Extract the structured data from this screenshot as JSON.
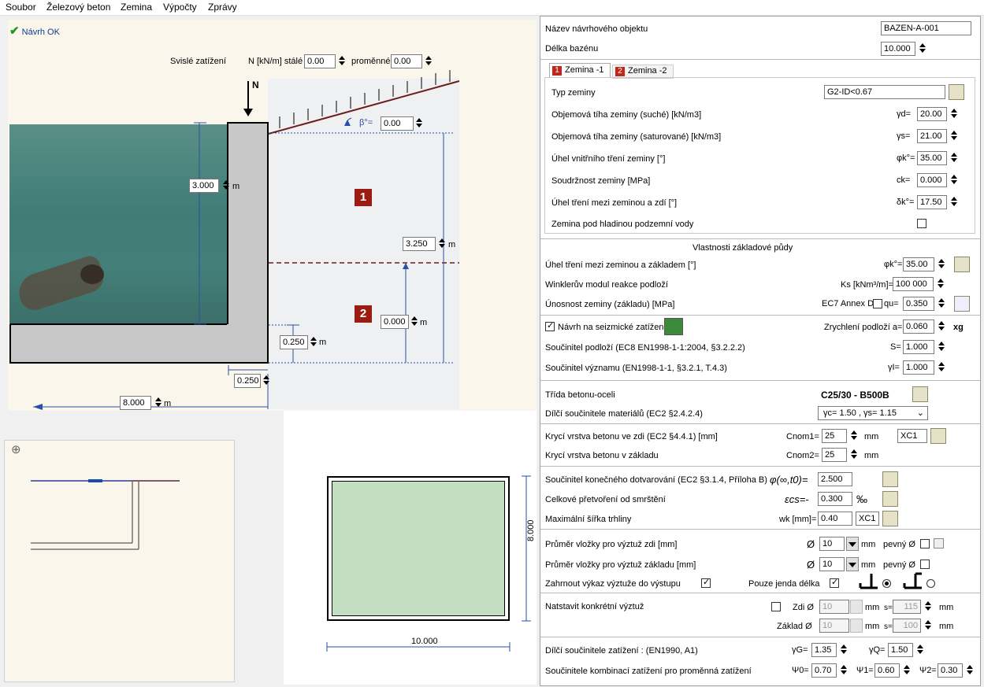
{
  "menu": [
    "Soubor",
    "Železový beton",
    "Zemina",
    "Výpočty",
    "Zprávy"
  ],
  "status": "Návrh OK",
  "load": {
    "label": "Svislé zatížení",
    "unit_label": "N [kN/m] stálé",
    "permanent": "0.00",
    "variable_label": "proměnné",
    "variable": "0.00",
    "force": "N"
  },
  "drawing": {
    "beta_label": "β°=",
    "beta": "0.00",
    "wall_height": "3.000",
    "unit_m": "m",
    "soil_height": "3.250",
    "layer2_height": "0.000",
    "base_thk": "0.250",
    "wall_thk": "0.250",
    "length": "8.000",
    "layer1": "1",
    "layer2": "2"
  },
  "plan": {
    "width": "10.000",
    "height": "8.000"
  },
  "right": {
    "name_label": "Název návrhového objektu",
    "name": "BAZEN-A-001",
    "length_label": "Délka bazénu",
    "length": "10.000",
    "tabs": [
      "Zemina -1",
      "Zemina -2"
    ],
    "soil": {
      "type_label": "Typ zeminy",
      "type": "G2-ID<0.67",
      "dry_label": "Objemová tíha zeminy (suché) [kN/m3]",
      "dry_sym": "γd=",
      "dry": "20.00",
      "sat_label": "Objemová tíha zeminy (saturované) [kN/m3]",
      "sat_sym": "γs=",
      "sat": "21.00",
      "phi_label": "Úhel vnitřního tření zeminy [°]",
      "phi_sym": "φk°=",
      "phi": "35.00",
      "c_label": "Soudržnost zeminy [MPa]",
      "c_sym": "ck=",
      "c": "0.000",
      "delta_label": "Úhel tření mezi zeminou a zdí [°]",
      "delta_sym": "δk°=",
      "delta": "17.50",
      "water_label": "Zemina pod hladinou podzemní vody"
    },
    "foundation": {
      "title": "Vlastnosti základové půdy",
      "phi_label": "Úhel tření mezi zeminou a základem [°]",
      "phi_sym": "φk°=",
      "phi": "35.00",
      "ks_label": "Winklerův modul reakce podloží",
      "ks_sym": "Ks [kNm³/m]=",
      "ks": "100 000",
      "q_label": "Únosnost zeminy (základu) [MPa]",
      "q_sym": "EC7 Annex D",
      "q_sym2": "qu=",
      "q": "0.350"
    },
    "seismic": {
      "check_label": "Návrh na seizmické zatížení",
      "acc_label": "Zrychlení podloží a=",
      "acc": "0.060",
      "acc_unit": "xg",
      "s_label": "Součinitel podloží (EC8 EN1998-1-1:2004, §3.2.2.2)",
      "s_sym": "S=",
      "s": "1.000",
      "gi_label": "Součinitel významu (EN1998-1-1, §3.2.1, T.4.3)",
      "gi_sym": "γI=",
      "gi": "1.000"
    },
    "material": {
      "class_label": "Třída betonu-oceli",
      "class": "C25/30 - B500B",
      "partial_label": "Dílčí součinitele materiálů (EC2 §2.4.2.4)",
      "partial": "γc= 1.50 , γs= 1.15"
    },
    "cover": {
      "wall_label": "Krycí vrstva betonu ve zdi (EC2 §4.4.1) [mm]",
      "wall_sym": "Cnom1=",
      "wall": "25",
      "unit": "mm",
      "exposure": "XC1",
      "base_label": "Krycí vrstva betonu v základu",
      "base_sym": "Cnom2=",
      "base": "25"
    },
    "creep": {
      "creep_label": "Součinitel konečného dotvarování (EC2 §3.1.4, Příloha B)",
      "creep_sym": "φ(∞,t0)=",
      "creep": "2.500",
      "shrink_label": "Celkové přetvoření od smrštění",
      "shrink_sym": "εcs=-",
      "shrink": "0.300",
      "shrink_unit": "‰",
      "crack_label": "Maximální šířka trhliny",
      "crack_sym": "wk [mm]=",
      "crack": "0.40",
      "crack_cls": "XC1"
    },
    "rebar": {
      "wall_label": "Průměr vložky pro výztuž zdi [mm]",
      "wall": "10",
      "unit": "mm",
      "fixed": "pevný Ø",
      "base_label": "Průměr vložky pro výztuž základu [mm]",
      "base": "10",
      "include_label": "Zahrnout výkaz výztuže do výstupu",
      "single_label": "Pouze jenda délka",
      "set_label": "Natstavit konkrétní výztuž",
      "wall_short": "Zdi Ø",
      "wall_d": "10",
      "wall_s_sym": "s=",
      "wall_s": "115",
      "base_short": "Základ Ø",
      "base_d": "10",
      "base_s": "100",
      "mm": "mm",
      "dia": "Ø"
    },
    "factors": {
      "load_label": "Dílčí součinitele zatížení : (EN1990, A1)",
      "gg_sym": "γG=",
      "gg": "1.35",
      "gq_sym": "γQ=",
      "gq": "1.50",
      "comb_label": "Součinitele kombinací zatížení pro proměnná zatížení",
      "p0_sym": "Ψ0=",
      "p0": "0.70",
      "p1_sym": "Ψ1=",
      "p1": "0.60",
      "p2_sym": "Ψ2=",
      "p2": "0.30"
    }
  }
}
